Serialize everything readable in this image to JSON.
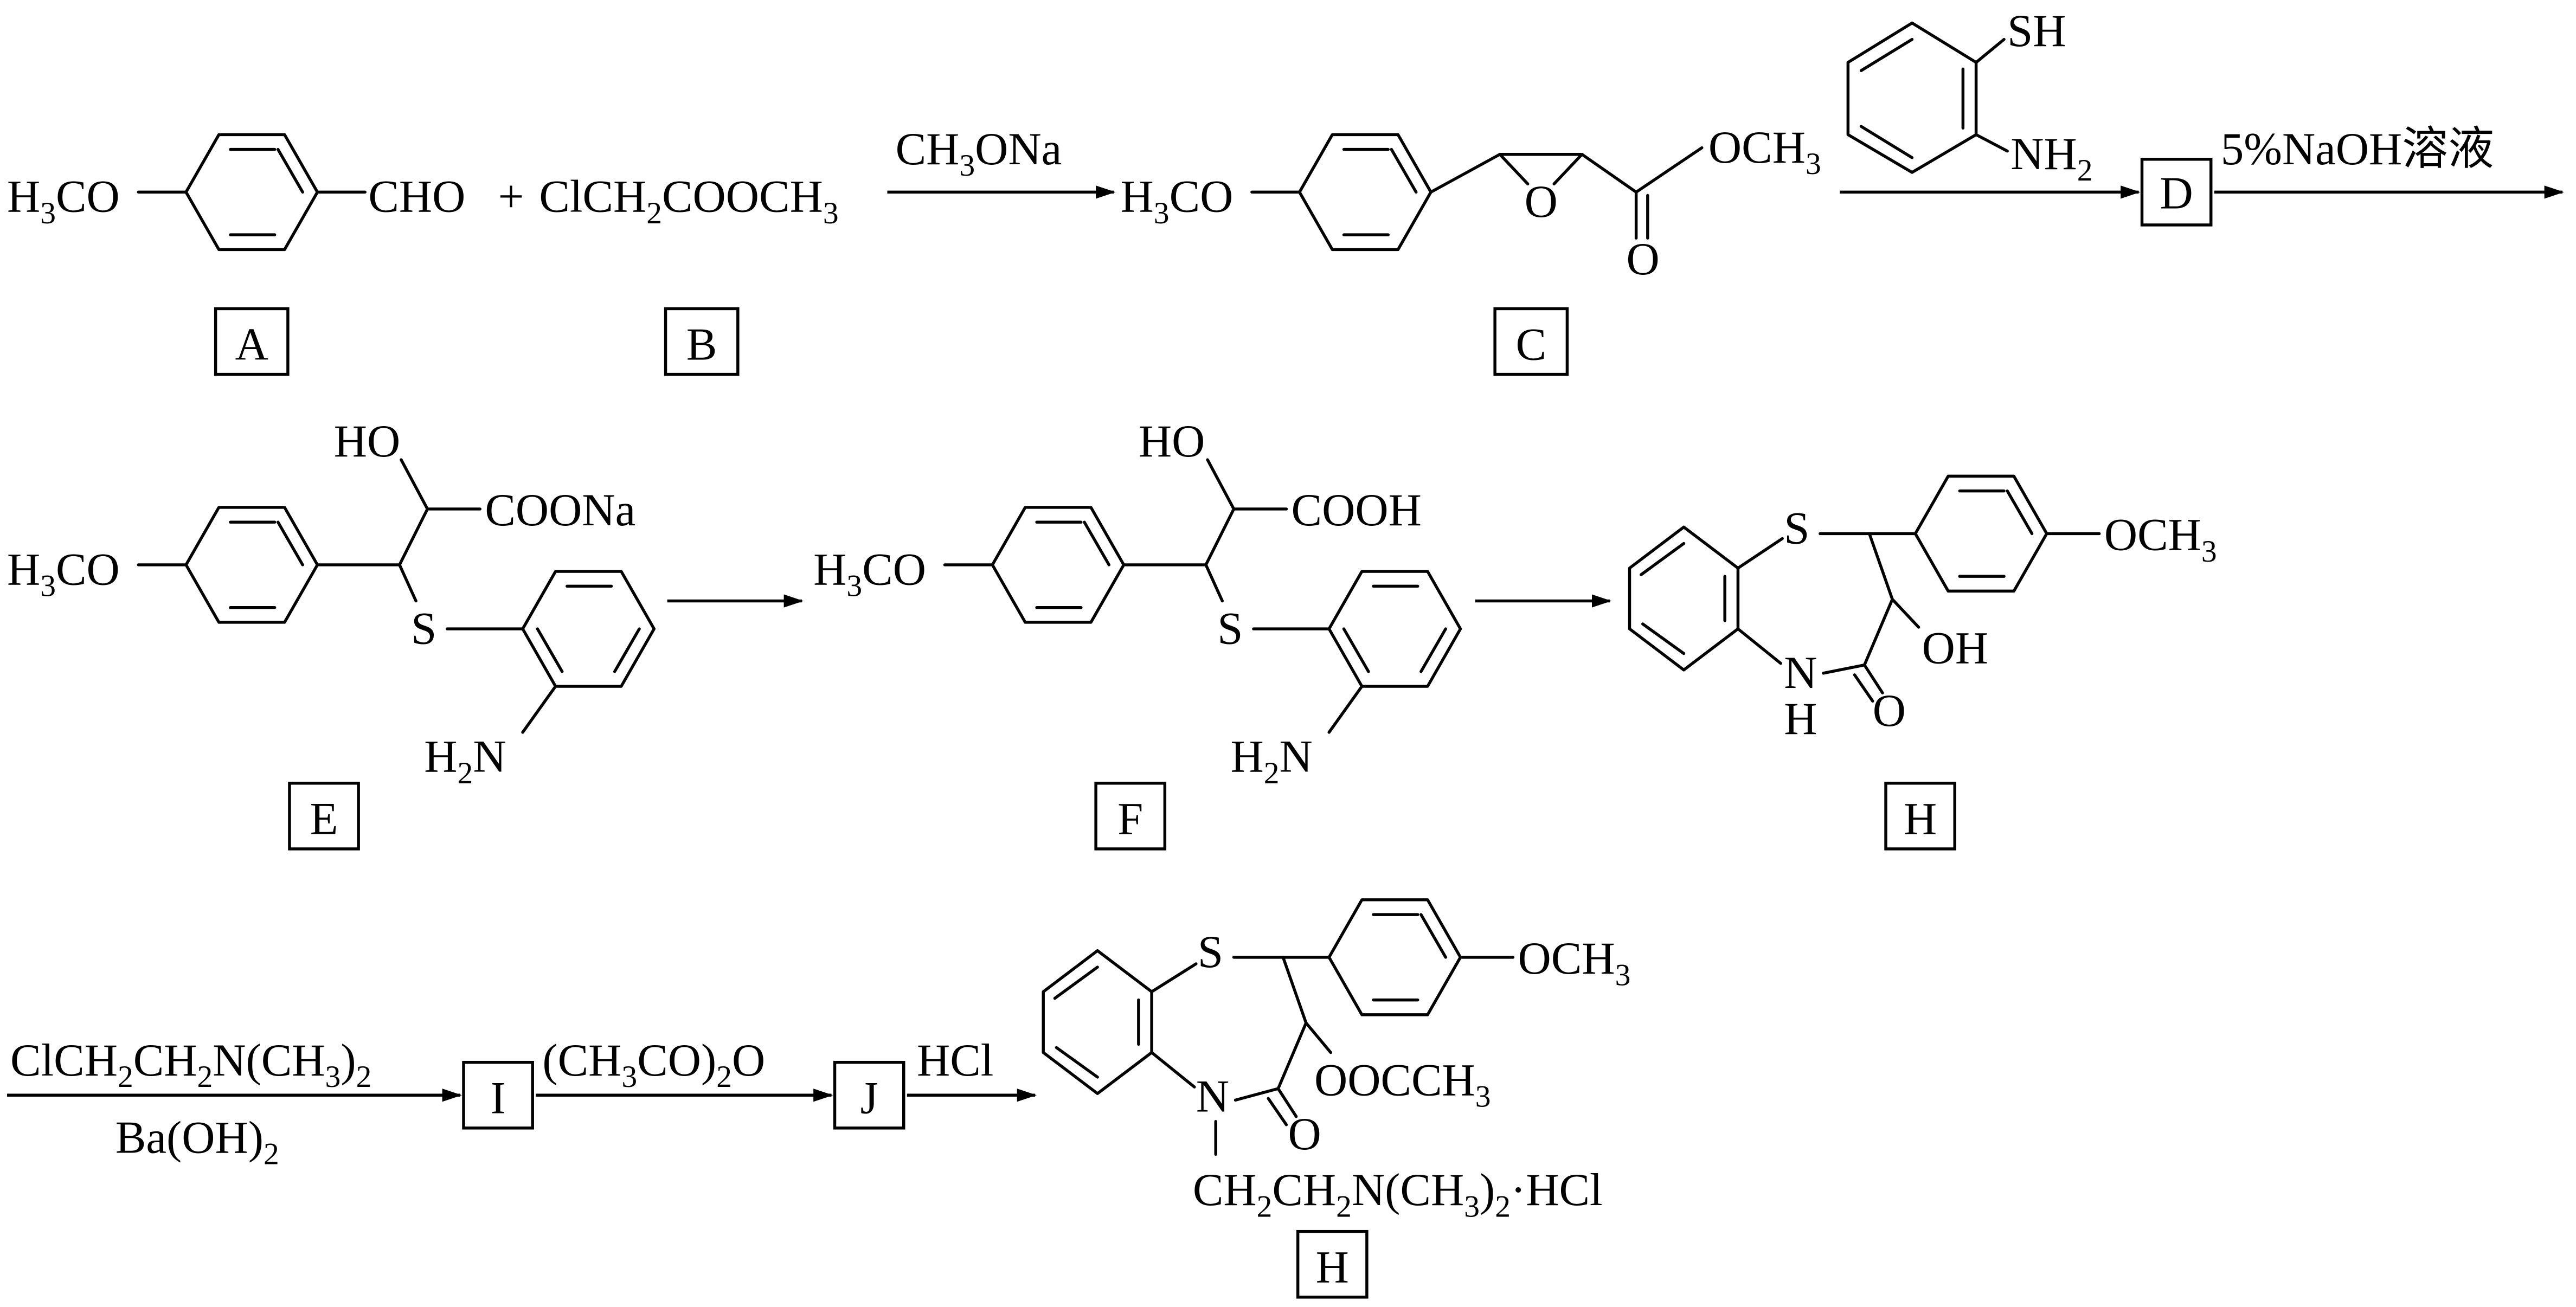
{
  "reaction_scheme": {
    "row1": {
      "compound_A": {
        "label": "A",
        "left_group": "H3CO",
        "right_group": "CHO"
      },
      "plus": "+",
      "compound_B": {
        "label": "B",
        "formula": "ClCH2COOCH3"
      },
      "arrow1_reagent": "CH3ONa",
      "compound_C": {
        "label": "C",
        "left_group": "H3CO",
        "ester_group": "OCH3",
        "ring_O": "O",
        "carbonyl_O": "O"
      },
      "reagent_thiol": {
        "sh": "SH",
        "nh2": "NH2"
      },
      "compound_D": {
        "label": "D"
      },
      "arrow3_reagent": "5%NaOH溶液"
    },
    "row2": {
      "compound_E": {
        "label": "E",
        "left_group": "H3CO",
        "hydroxyl": "HO",
        "acid_group": "COONa",
        "sulfur": "S",
        "amine": "H2N"
      },
      "compound_F": {
        "label": "F",
        "left_group": "H3CO",
        "hydroxyl": "HO",
        "acid_group": "COOH",
        "sulfur": "S",
        "amine": "H2N"
      },
      "compound_H1": {
        "label": "H",
        "sulfur": "S",
        "methoxy": "OCH3",
        "hydroxyl": "OH",
        "nh": "N",
        "h": "H",
        "carbonyl_O": "O"
      }
    },
    "row3": {
      "arrow_top_reagent": "ClCH2CH2N(CH3)2",
      "arrow_bottom_reagent": "Ba(OH)2",
      "compound_I": {
        "label": "I"
      },
      "arrow_reagent_2": "(CH3CO)2O",
      "compound_J": {
        "label": "J"
      },
      "arrow_reagent_3": "HCl",
      "compound_H2": {
        "label": "H",
        "sulfur": "S",
        "methoxy": "OCH3",
        "acetoxy": "OOCCH3",
        "n": "N",
        "carbonyl_O": "O",
        "side_chain": "CH2CH2N(CH3)2·HCl"
      }
    }
  }
}
